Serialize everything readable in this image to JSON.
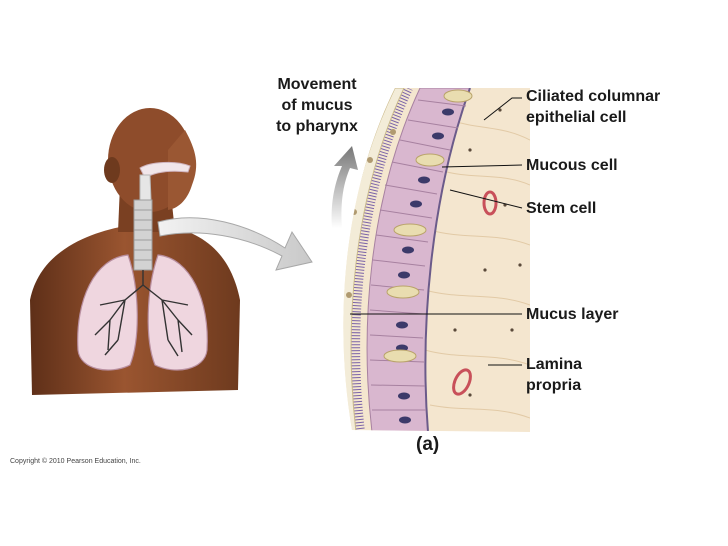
{
  "labels": {
    "movement_line1": "Movement",
    "movement_line2": "of mucus",
    "movement_line3": "to pharynx",
    "ciliated_line1": "Ciliated columnar",
    "ciliated_line2": "epithelial cell",
    "mucous_cell": "Mucous cell",
    "stem_cell": "Stem cell",
    "mucus_layer": "Mucus layer",
    "lamina_line1": "Lamina",
    "lamina_line2": "propria"
  },
  "panel_label": "(a)",
  "copyright": "Copyright © 2010 Pearson Education, Inc.",
  "colors": {
    "skin": "#8a4a2a",
    "skin_shadow": "#5e2f18",
    "lung": "#efd6df",
    "cilia": "#7a63a8",
    "cell": "#d9b7cf",
    "nucleus": "#3c3a6a",
    "mucus": "#e9ddb0",
    "lamina": "#f4e6cf",
    "vessel": "#c8505a"
  }
}
